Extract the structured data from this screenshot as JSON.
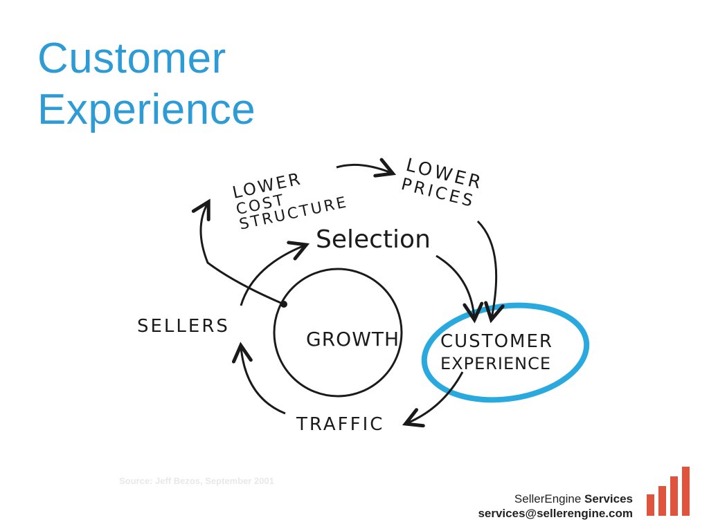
{
  "slide": {
    "title_line1": "Customer",
    "title_line2": "Experience"
  },
  "diagram": {
    "nodes": {
      "lower_cost_structure": [
        "LOWER",
        "COST",
        "STRUCTURE"
      ],
      "lower_prices": [
        "LOWER",
        "PRICES"
      ],
      "selection": "Selection",
      "sellers": "SELLERS",
      "growth": "GROWTH",
      "customer_experience": [
        "CUSTOMER",
        "EXPERIENCE"
      ],
      "traffic": "TRAFFIC"
    },
    "highlight_color": "#29a9de",
    "source": "Source: Jeff Bezos, September 2001"
  },
  "footer": {
    "brand_plain": "SellerEngine",
    "brand_bold": "Services",
    "email": "services@sellerengine.com",
    "logo_color": "#e0533d"
  }
}
